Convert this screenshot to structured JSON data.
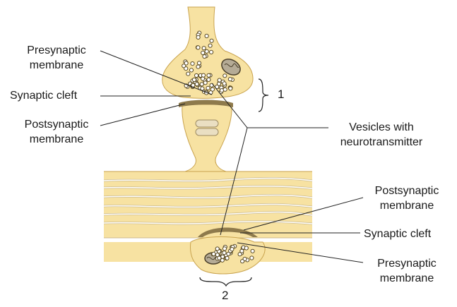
{
  "labels": {
    "top": {
      "presynaptic": [
        "Presynaptic",
        "membrane"
      ],
      "cleft": "Synaptic cleft",
      "postsynaptic": [
        "Postsynaptic",
        "membrane"
      ],
      "bracket_number": "1"
    },
    "center": {
      "vesicles": [
        "Vesicles with",
        "neurotransmitter"
      ]
    },
    "bottom": {
      "postsynaptic": [
        "Postsynaptic",
        "membrane"
      ],
      "cleft": "Synaptic cleft",
      "presynaptic": [
        "Presynaptic",
        "membrane"
      ],
      "bracket_number": "2"
    }
  },
  "colors": {
    "cytoplasm": "#f7e2a2",
    "cytoplasm_edge": "#c9a34e",
    "membrane_dark": "#8e7a4c",
    "fiber_line": "#ffffff",
    "fiber_line_shade": "#cdbb8c",
    "vesicle_fill": "#ffffff",
    "vesicle_stroke": "#5a4a22",
    "leader_line": "#222222",
    "mitochondrion_fill": "#b5ab96",
    "mitochondrion_stroke": "#4a3f2a"
  }
}
